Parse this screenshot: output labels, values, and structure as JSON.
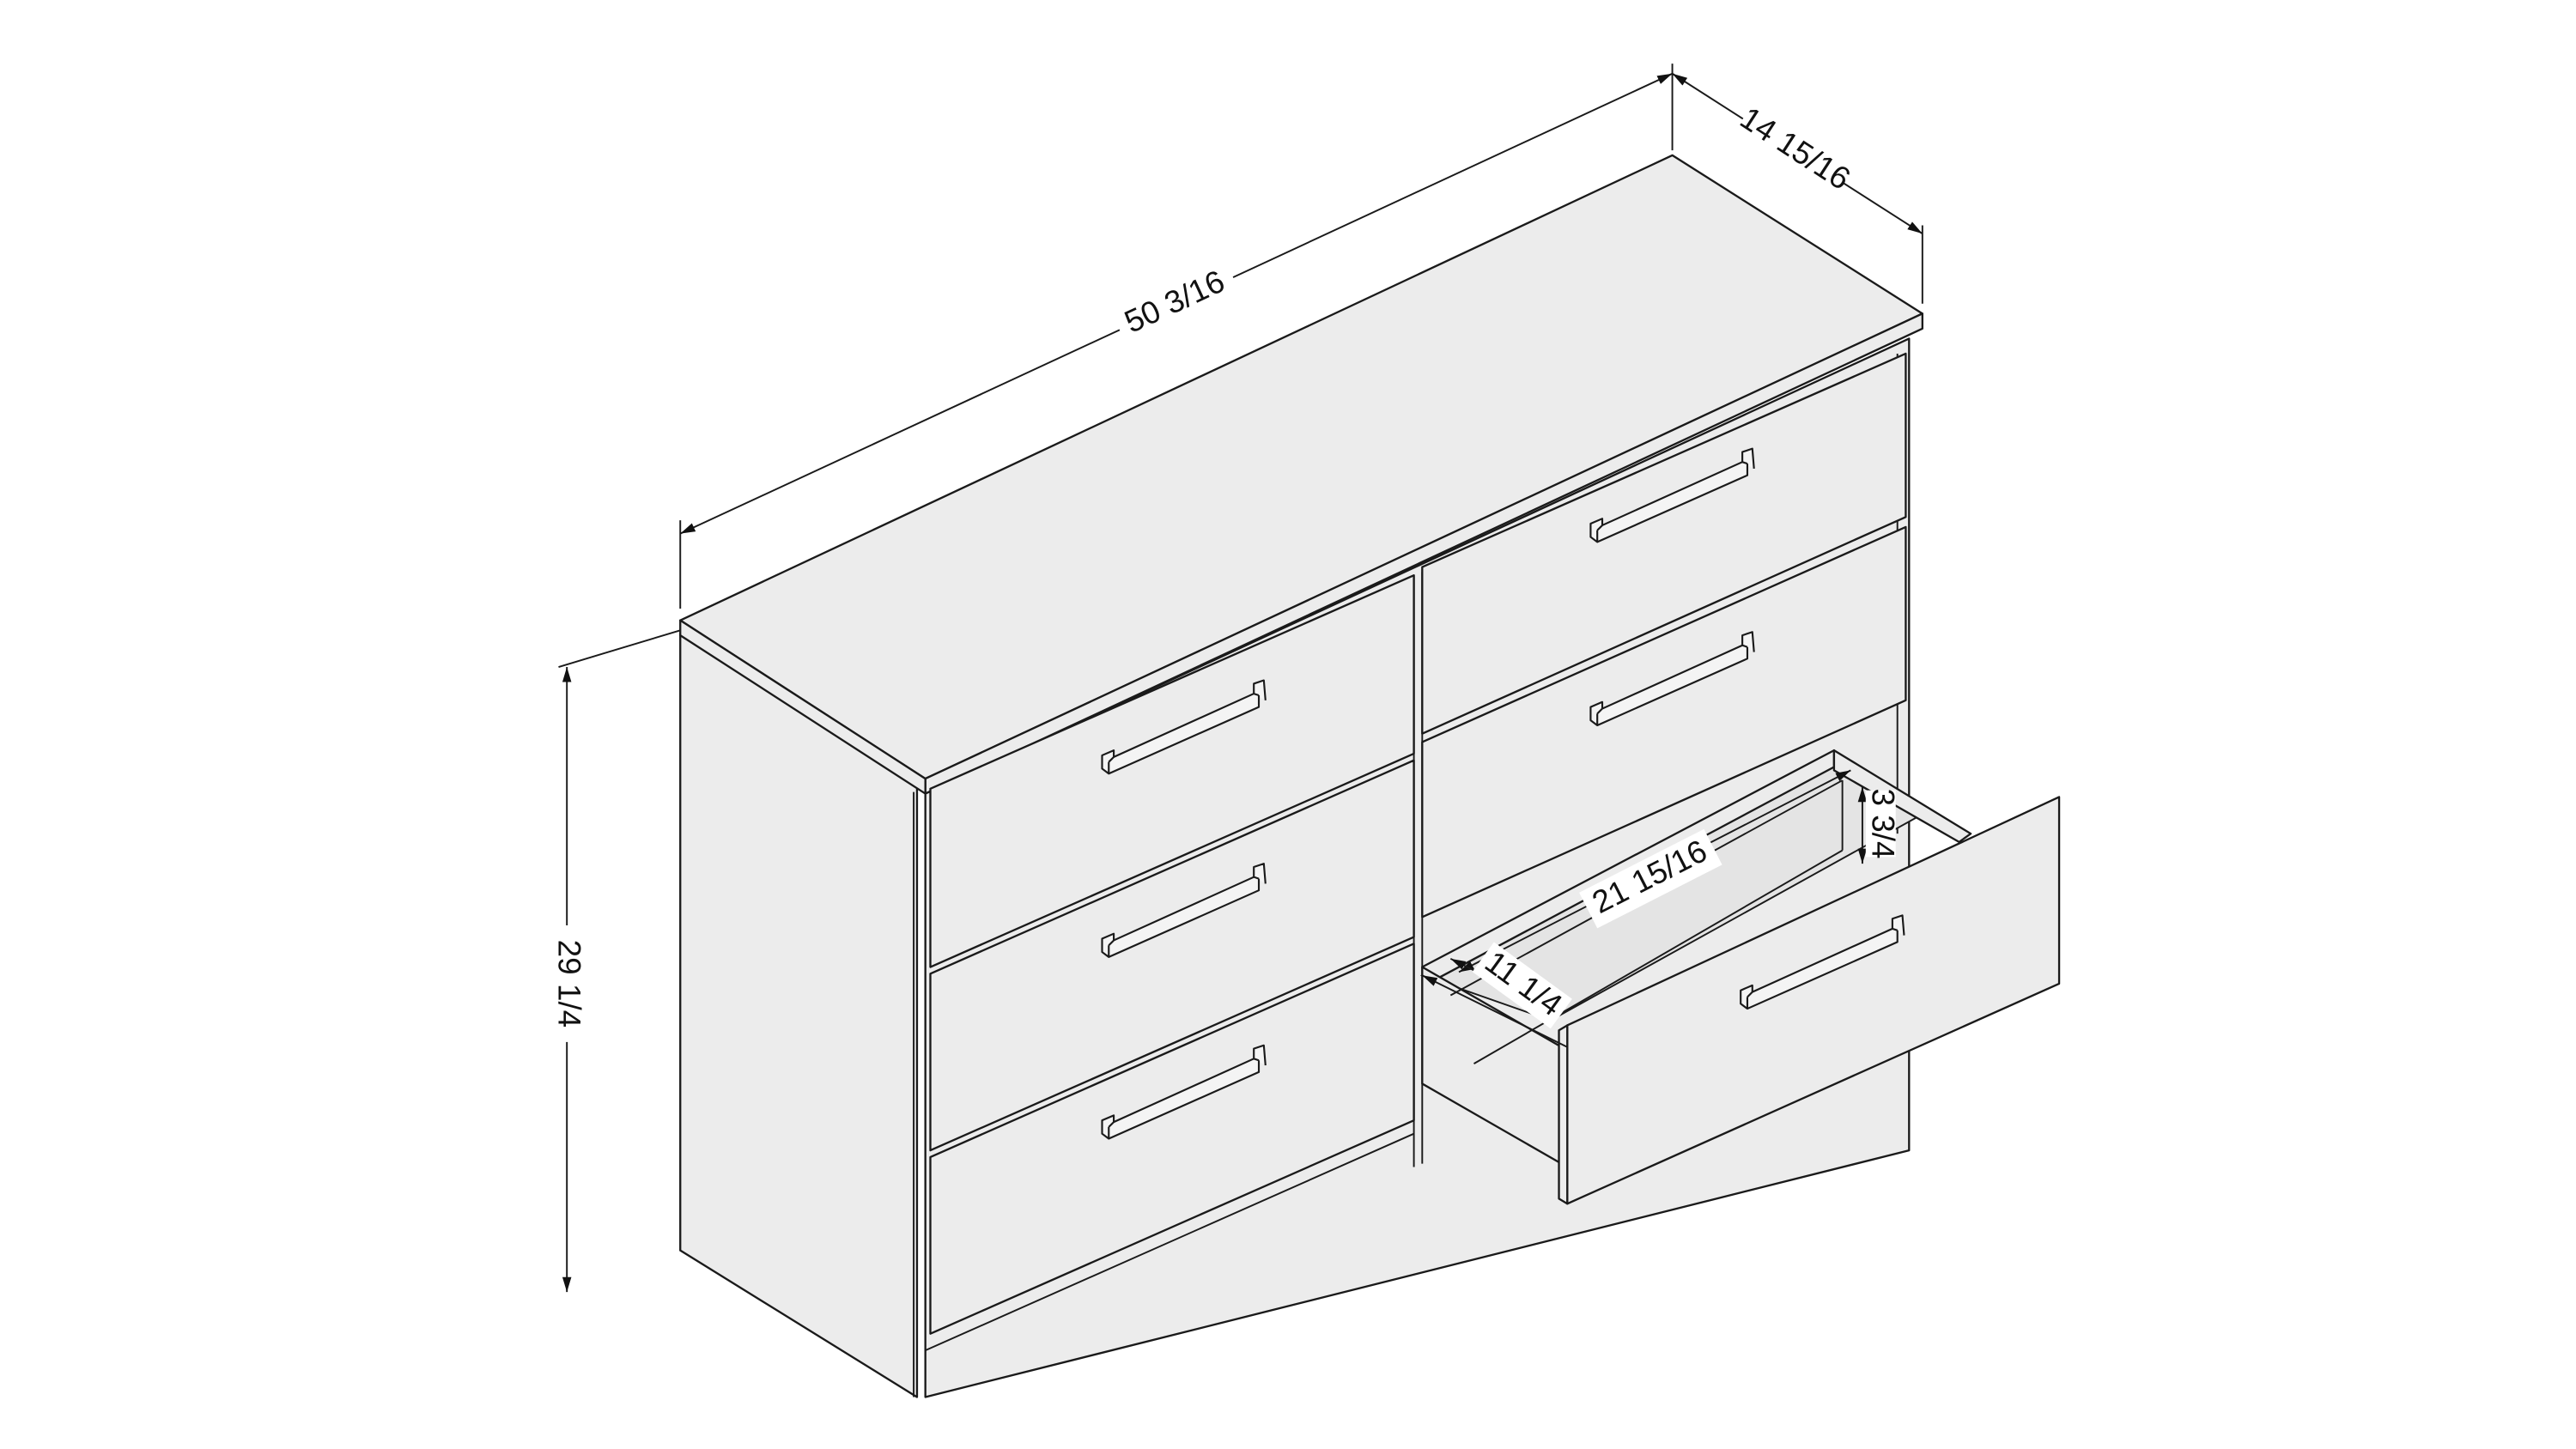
{
  "dimensions": {
    "width": "50 3/16",
    "depth": "14 15/16",
    "height": "29 1/4",
    "drawer_inner_width": "21 15/16",
    "drawer_inner_depth": "11 1/4",
    "drawer_inner_height": "3 3/4"
  },
  "colors": {
    "panel": "#ececec",
    "line": "#1a1a1a",
    "background": "#ffffff"
  }
}
